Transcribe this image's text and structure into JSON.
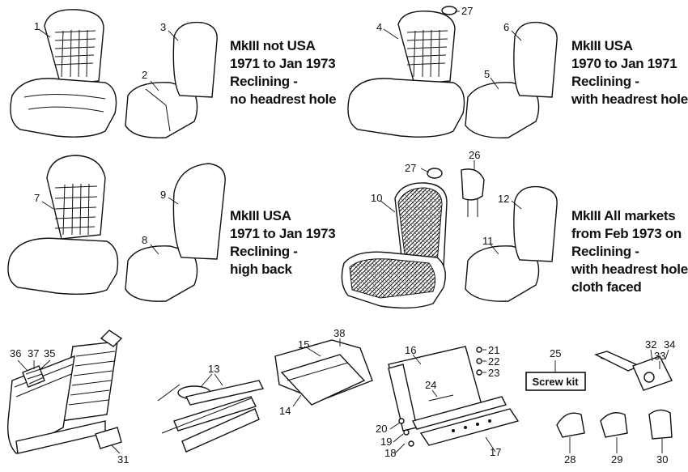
{
  "captions": {
    "top_left": [
      "MkIII not USA",
      "1971 to Jan 1973",
      "Reclining -",
      "no headrest hole"
    ],
    "top_right": [
      "MkIII USA",
      "1970 to Jan 1971",
      "Reclining -",
      "with headrest hole"
    ],
    "mid_left": [
      "MkIII USA",
      "1971 to Jan 1973",
      "Reclining -",
      "high back"
    ],
    "mid_right": [
      "MkIII All markets",
      "from Feb 1973 on",
      "Reclining -",
      "with headrest hole,",
      "cloth faced"
    ]
  },
  "screw_kit_label": "Screw kit",
  "callouts": {
    "n1": "1",
    "n2": "2",
    "n3": "3",
    "n4": "4",
    "n5": "5",
    "n6": "6",
    "n7": "7",
    "n8": "8",
    "n9": "9",
    "n10": "10",
    "n11": "11",
    "n12": "12",
    "n13": "13",
    "n14": "14",
    "n15": "15",
    "n16": "16",
    "n17": "17",
    "n18": "18",
    "n19": "19",
    "n20": "20",
    "n21": "21",
    "n22": "22",
    "n23": "23",
    "n24": "24",
    "n25": "25",
    "n26": "26",
    "n27a": "27",
    "n27b": "27",
    "n28": "28",
    "n29": "29",
    "n30": "30",
    "n31": "31",
    "n32": "32",
    "n33": "33",
    "n34": "34",
    "n35": "35",
    "n36": "36",
    "n37": "37",
    "n38": "38"
  }
}
